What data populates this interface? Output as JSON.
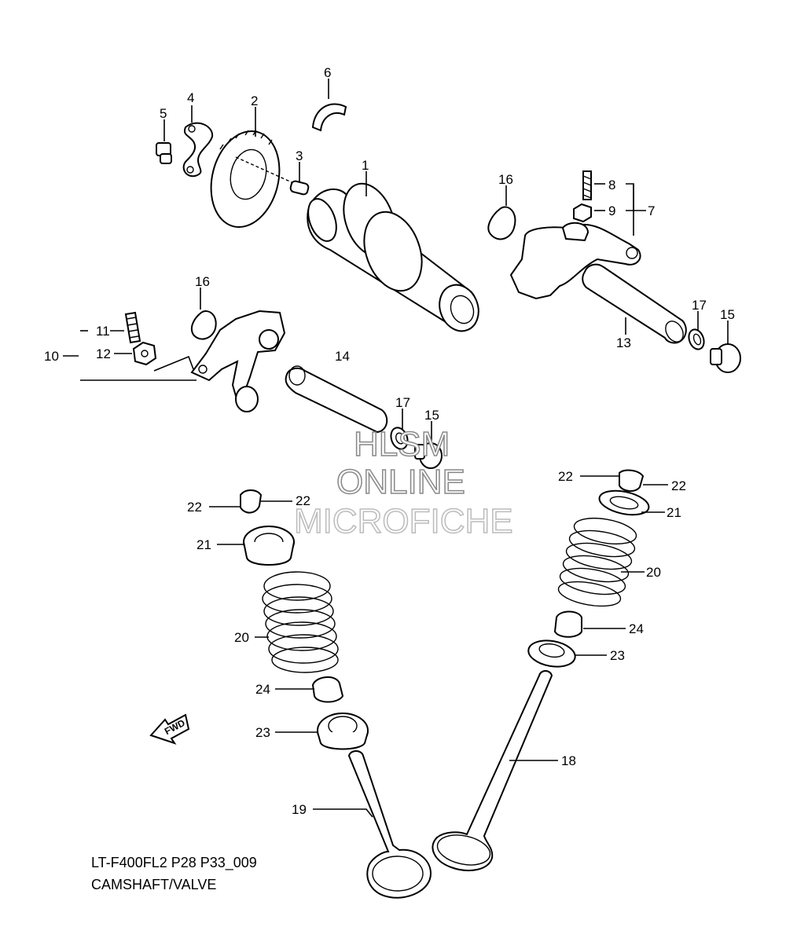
{
  "diagram": {
    "caption_code": "LT-F400FL2 P28 P33_009",
    "caption_title": "CAMSHAFT/VALVE",
    "fwd_label": "FWD",
    "watermark": [
      "HLSM",
      "ONLINE",
      "MICROFICHE"
    ],
    "callouts": {
      "n1": "1",
      "n2": "2",
      "n3": "3",
      "n4": "4",
      "n5": "5",
      "n6": "6",
      "n7": "7",
      "n8": "8",
      "n9": "9",
      "n10": "10",
      "n11": "11",
      "n12": "12",
      "n13": "13",
      "n14": "14",
      "n15a": "15",
      "n15b": "15",
      "n16a": "16",
      "n16b": "16",
      "n17a": "17",
      "n17b": "17",
      "n18": "18",
      "n19": "19",
      "n20a": "20",
      "n20b": "20",
      "n21a": "21",
      "n21b": "21",
      "n22a": "22",
      "n22b": "22",
      "n22c": "22",
      "n22d": "22",
      "n23a": "23",
      "n23b": "23",
      "n24a": "24",
      "n24b": "24"
    }
  }
}
